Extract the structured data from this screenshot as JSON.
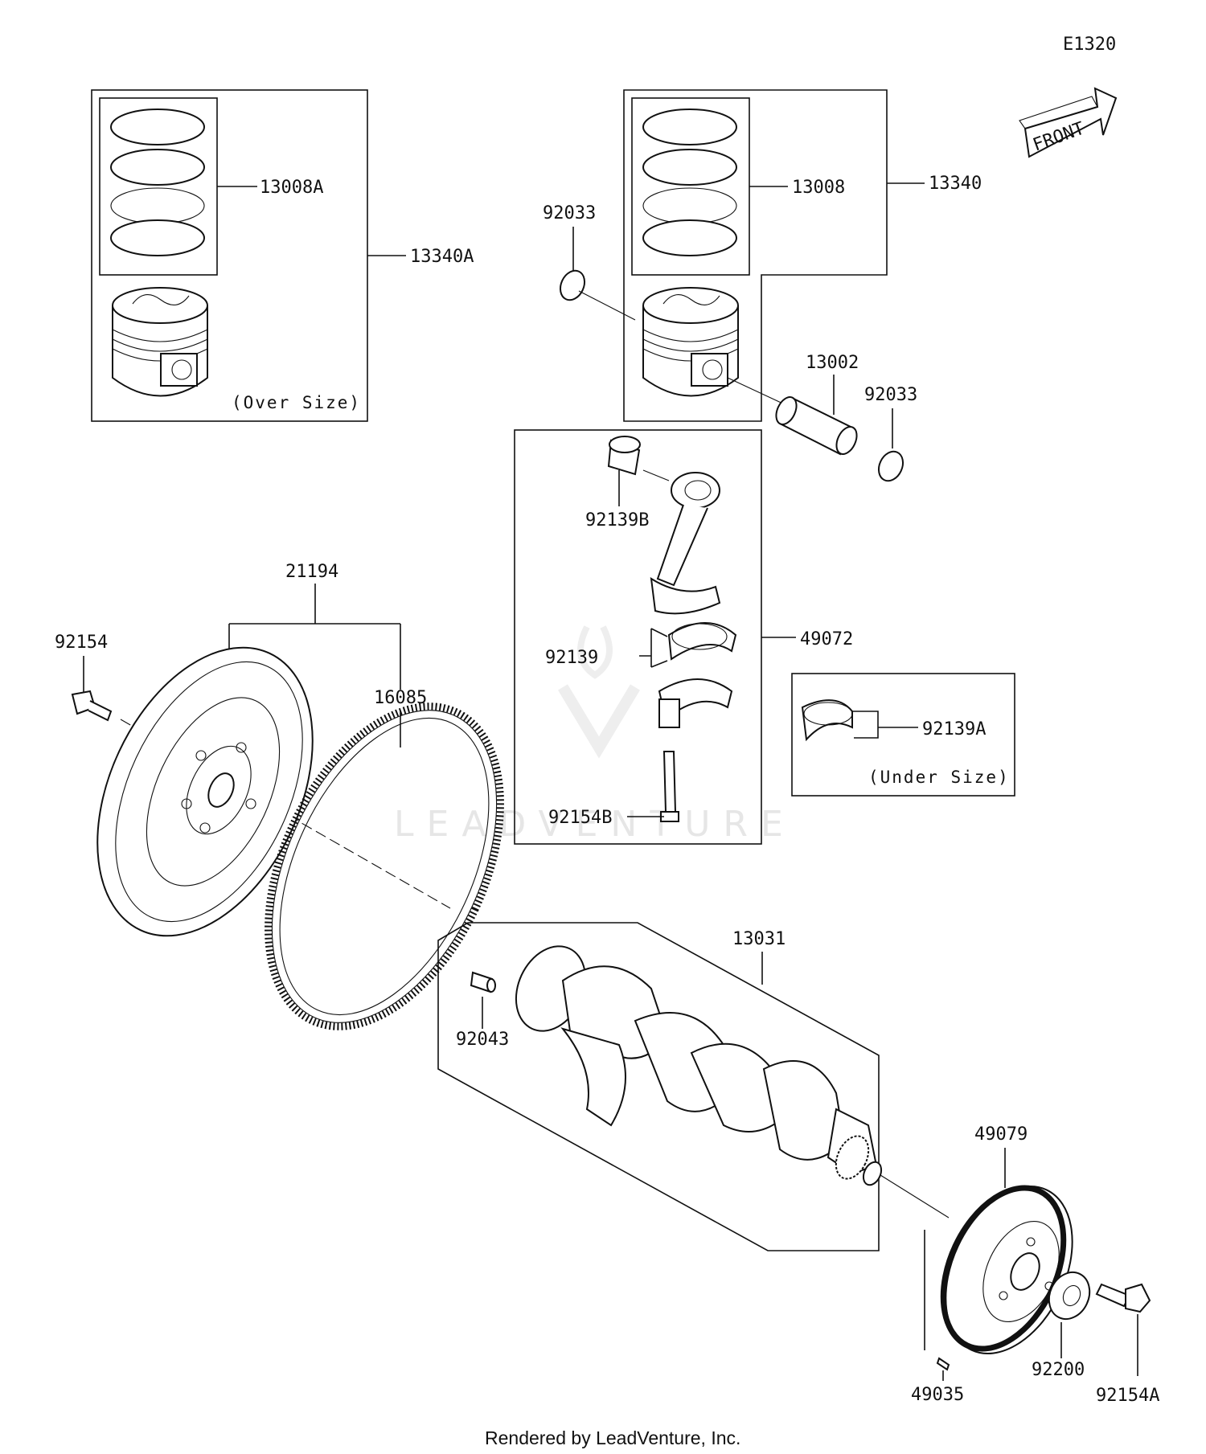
{
  "diagram_id": "E1320",
  "front_label": "FRONT",
  "notes": {
    "over_size": "(Over Size)",
    "under_size": "(Under Size)"
  },
  "watermark": "LEADVENTURE",
  "footer": "Rendered by LeadVenture, Inc.",
  "parts": [
    "13008A",
    "13340A",
    "13008",
    "13340",
    "92033",
    "13002",
    "92033",
    "92139B",
    "49072",
    "92139",
    "92139A",
    "92154B",
    "21194",
    "92154",
    "16085",
    "13031",
    "92043",
    "49079",
    "49035",
    "92200",
    "92154A"
  ]
}
